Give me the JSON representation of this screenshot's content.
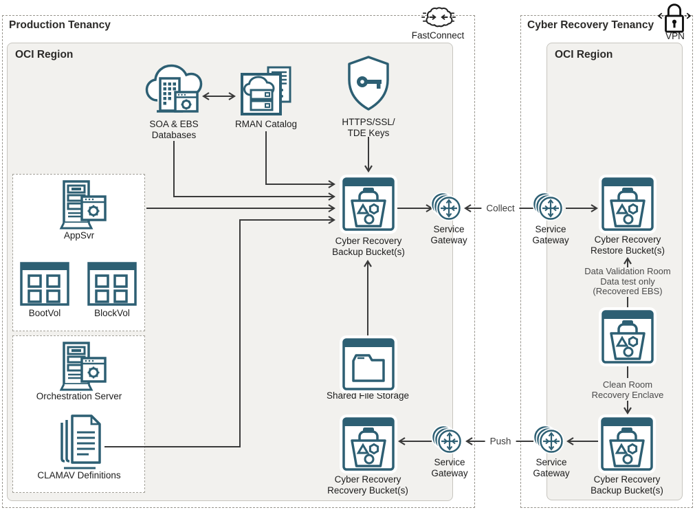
{
  "colors": {
    "icon_teal": "#2d5f73",
    "line": "#3a3a3a",
    "region_fill": "#f2f1ee"
  },
  "production": {
    "title": "Production Tenancy",
    "region": "OCI Region",
    "gateway_icon_label": "FastConnect",
    "soa": {
      "line1": "SOA & EBS",
      "line2": "Databases"
    },
    "rman": {
      "label": "RMAN Catalog"
    },
    "keys": {
      "line1": "HTTPS/SSL/",
      "line2": "TDE Keys"
    },
    "appsvr": {
      "label": "AppSvr"
    },
    "bootvol": {
      "label": "BootVol"
    },
    "blockvol": {
      "label": "BlockVol"
    },
    "orchestration": {
      "label": "Orchestration Server"
    },
    "clamav": {
      "label": "CLAMAV Definitions"
    },
    "backup_bucket": {
      "line1": "Cyber Recovery",
      "line2": "Backup Bucket(s)"
    },
    "shared_storage": {
      "label": "Shared File Storage"
    },
    "recovery_bucket": {
      "line1": "Cyber Recovery",
      "line2": "Recovery Bucket(s)"
    },
    "sg_top": {
      "line1": "Service",
      "line2": "Gateway"
    },
    "sg_bottom": {
      "line1": "Service",
      "line2": "Gateway"
    }
  },
  "cyber_recovery": {
    "title": "Cyber Recovery Tenancy",
    "region": "OCI Region",
    "gateway_icon_label": "VPN",
    "restore_bucket": {
      "line1": "Cyber Recovery",
      "line2": "Restore Bucket(s)"
    },
    "validation_note": {
      "line1": "Data Validation Room",
      "line2": "Data test only",
      "line3": "(Recovered EBS)"
    },
    "clean_room_note": {
      "line1": "Clean Room",
      "line2": "Recovery Enclave"
    },
    "backup_bucket": {
      "line1": "Cyber Recovery",
      "line2": "Backup Bucket(s)"
    },
    "sg_top": {
      "line1": "Service",
      "line2": "Gateway"
    },
    "sg_bottom": {
      "line1": "Service",
      "line2": "Gateway"
    }
  },
  "flows": {
    "collect": "Collect",
    "push": "Push"
  }
}
